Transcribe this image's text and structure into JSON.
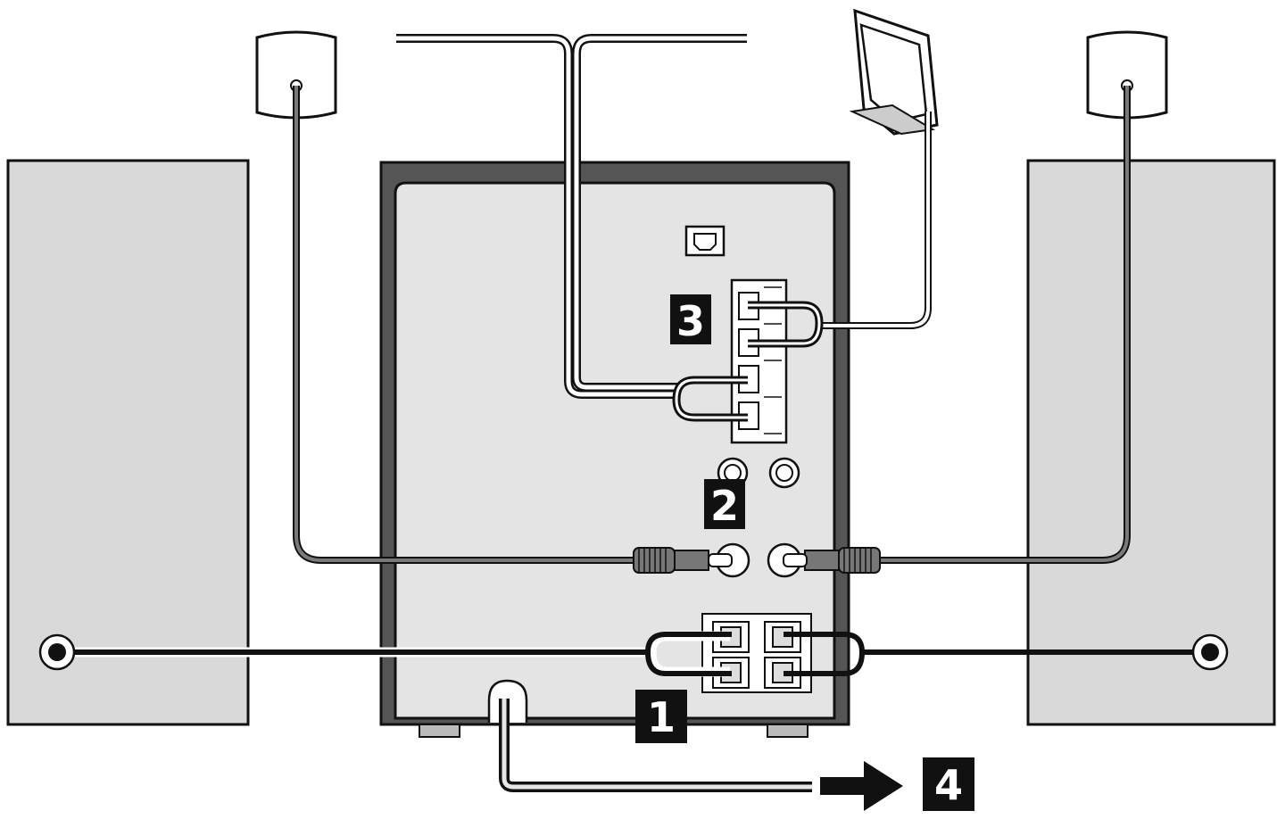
{
  "diagram": {
    "steps": [
      {
        "id": "1",
        "label": "1"
      },
      {
        "id": "2",
        "label": "2"
      },
      {
        "id": "3",
        "label": "3"
      },
      {
        "id": "4",
        "label": "4"
      }
    ],
    "colors": {
      "speaker_fill": "#d9d9d9",
      "unit_frame": "#555555",
      "unit_panel": "#e4e4e4",
      "wire_dark": "#1a1a1a",
      "cable_gray": "#6e6e6e",
      "badge_bg": "#111111",
      "badge_text": "#ffffff"
    },
    "icons": [
      "optical-port-icon",
      "antenna-terminal-icon",
      "speaker-terminal-icon",
      "rca-jack-icon",
      "arrow-right-icon"
    ]
  }
}
